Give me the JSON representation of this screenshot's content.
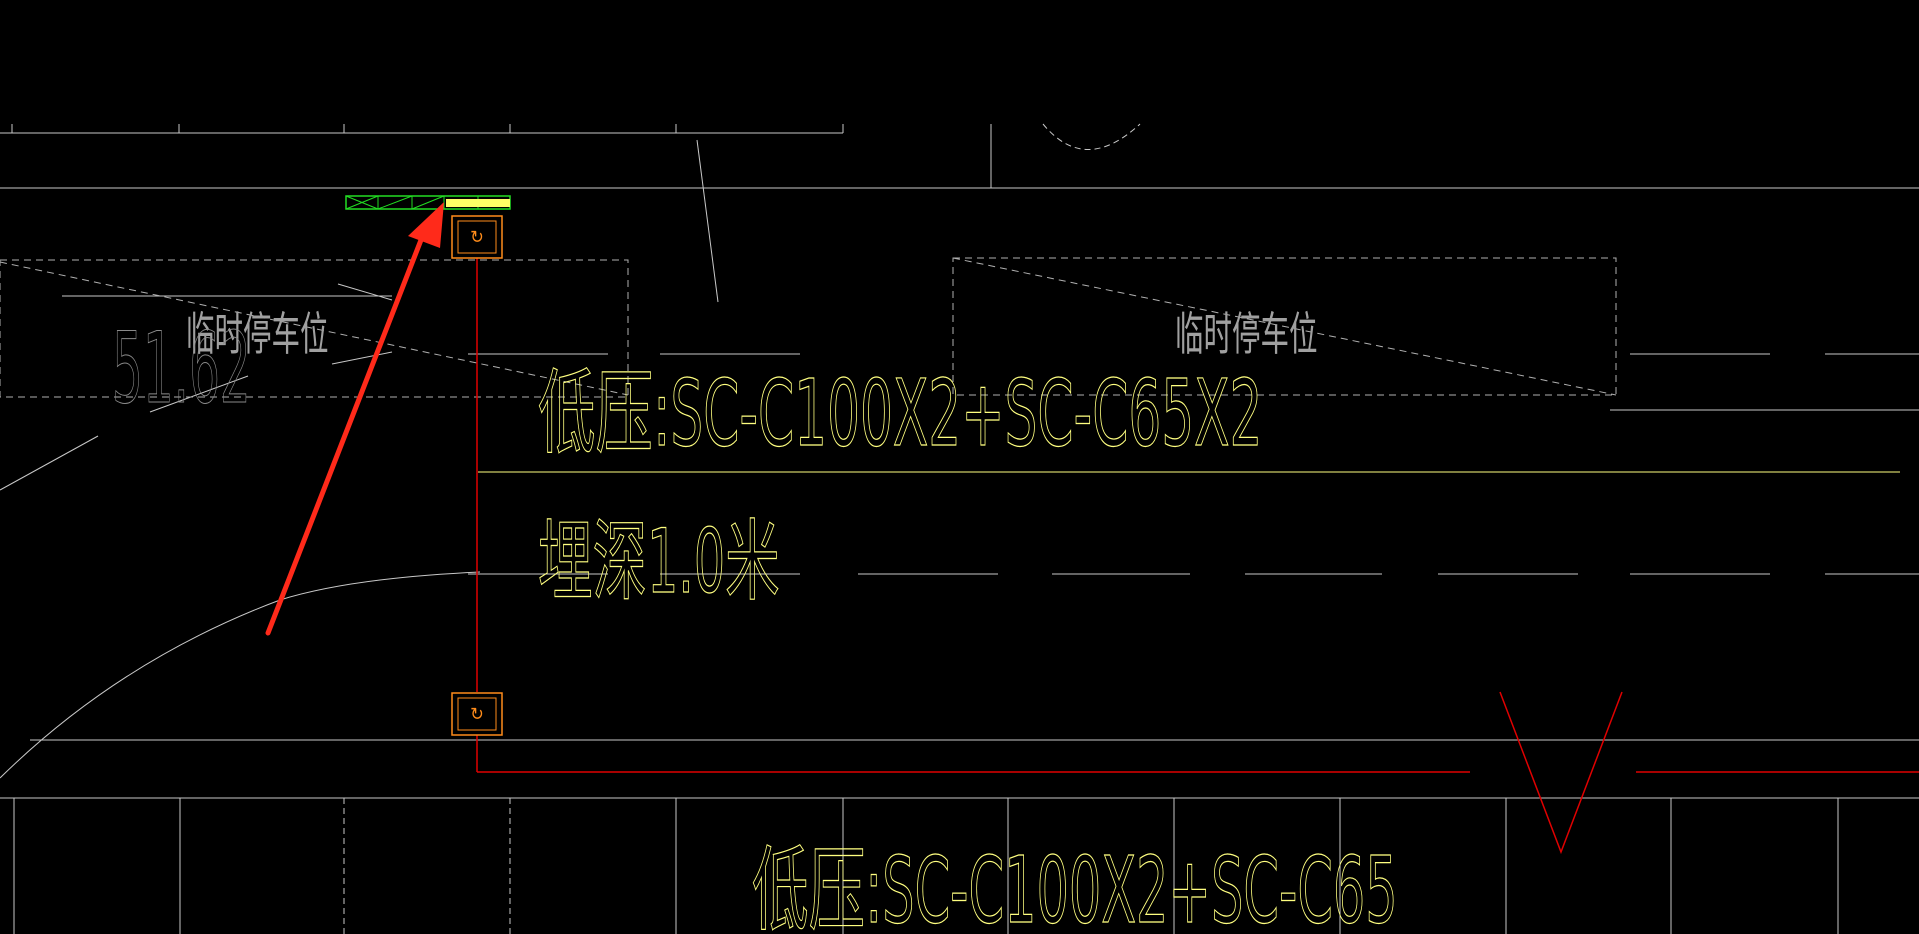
{
  "drawing": {
    "background": "#000000",
    "colors": {
      "linework": "#c8c8c8",
      "dashed": "#b0b0b0",
      "annotation": "#ffff80",
      "cable": "#e00000",
      "marker": "#ff2a1a",
      "manhole": "#ff8c1a",
      "cable_tray": "#22dd22",
      "highlight": "#ffff66"
    },
    "labels": {
      "parking_left": "临时停车位",
      "parking_right": "临时停车位",
      "elevation": "51.62",
      "cable_spec_main": "低压:SC-C100X2+SC-C65X2",
      "burial_depth": "埋深1.0米",
      "cable_spec_bottom": "低压:SC-C100X2+SC-C65"
    },
    "symbols": {
      "manhole_icon": "manhole-well-icon",
      "arrow_icon": "red-pointer-arrow-icon",
      "tray_icon": "cable-tray-icon"
    }
  }
}
